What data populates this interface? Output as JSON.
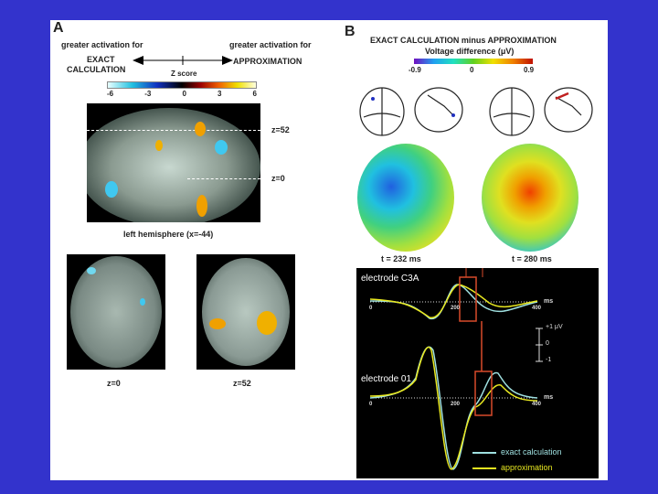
{
  "panel_a": {
    "label": "A",
    "left_caption": "greater activation for",
    "left_condition_line1": "EXACT",
    "left_condition_line2": "CALCULATION",
    "right_caption": "greater activation for",
    "right_condition": "APPROXIMATION",
    "colorbar_title": "Z score",
    "colorbar_ticks": [
      "-6",
      "-3",
      "0",
      "3",
      "6"
    ],
    "sagittal_labels": [
      "z=52",
      "z=0"
    ],
    "sagittal_caption": "left hemisphere (x=-44)",
    "axial_captions": [
      "z=0",
      "z=52"
    ]
  },
  "panel_b": {
    "label": "B",
    "title": "EXACT CALCULATION minus APPROXIMATION",
    "subtitle": "Voltage difference (μV)",
    "colorbar_ticks": [
      "-0.9",
      "0",
      "0.9"
    ],
    "map_captions": [
      "t = 232 ms",
      "t = 280 ms"
    ],
    "electrode_labels": [
      "electrode C3A",
      "electrode 01"
    ],
    "axis_ticks": [
      "0",
      "200",
      "400"
    ],
    "axis_unit": "ms",
    "scale_labels": [
      "+1 μV",
      "0",
      "-1"
    ],
    "legend": [
      {
        "label": "exact calculation",
        "color": "#9fe0e0"
      },
      {
        "label": "approximation",
        "color": "#e8e820"
      }
    ]
  },
  "colors": {
    "background": "#3333cc",
    "highlight_box": "#d84a2a"
  }
}
